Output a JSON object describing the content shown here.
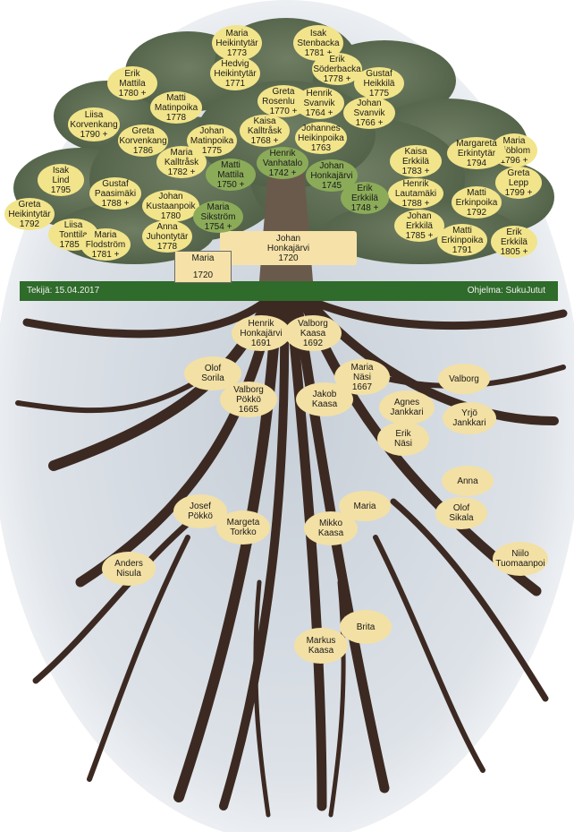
{
  "footer": {
    "author": "Tekijä: 15.04.2017",
    "program": "Ohjelma: SukuJutut"
  },
  "colors": {
    "canopy": "#5c6e52",
    "trunk": "#6a5a4c",
    "roots": "#3c2a22",
    "band": "#2f6b2a",
    "node_yellow": "#f2e48a",
    "node_green": "#8bab59",
    "node_beige": "#f3e0a4"
  },
  "root_person": {
    "line1": "Johan",
    "line2": "Honkajärvi",
    "line3": "1720"
  },
  "spouse_box": {
    "line1": "Maria",
    "line2": "1720"
  },
  "ancestors": [
    {
      "lines": [
        "Henrik",
        "Honkajärvi",
        "1691"
      ]
    },
    {
      "lines": [
        "Valborg",
        "Kaasa",
        "1692"
      ]
    },
    {
      "lines": [
        "Olof",
        "Sorila"
      ]
    },
    {
      "lines": [
        "Valborg",
        "Pökkö",
        "1665"
      ]
    },
    {
      "lines": [
        "Jakob",
        "Kaasa"
      ]
    },
    {
      "lines": [
        "Maria",
        "Näsi",
        "1667"
      ]
    },
    {
      "lines": [
        "Agnes",
        "Jankkari"
      ]
    },
    {
      "lines": [
        "Valborg"
      ]
    },
    {
      "lines": [
        "Yrjö",
        "Jankkari"
      ]
    },
    {
      "lines": [
        "Erik",
        "Näsi"
      ]
    },
    {
      "lines": [
        "Anna"
      ]
    },
    {
      "lines": [
        "Olof",
        "Sikala"
      ]
    },
    {
      "lines": [
        "Niilo",
        "Tuomaanpoi"
      ]
    },
    {
      "lines": [
        "Josef",
        "Pökkö"
      ]
    },
    {
      "lines": [
        "Margeta",
        "Torkko"
      ]
    },
    {
      "lines": [
        "Mikko",
        "Kaasa"
      ]
    },
    {
      "lines": [
        "Maria"
      ]
    },
    {
      "lines": [
        "Anders",
        "Nisula"
      ]
    },
    {
      "lines": [
        "Brita"
      ]
    },
    {
      "lines": [
        "Markus",
        "Kaasa"
      ]
    }
  ],
  "descendants": [
    {
      "lines": [
        "Maria",
        "Heikintytär",
        "1773"
      ]
    },
    {
      "lines": [
        "Isak",
        "Stenbacka",
        "1781 +"
      ]
    },
    {
      "lines": [
        "Hedvig",
        "Heikintytär",
        "1771"
      ]
    },
    {
      "lines": [
        "Erik",
        "Söderbacka",
        "1778 +"
      ]
    },
    {
      "lines": [
        "Erik",
        "Mattila",
        "1780 +"
      ]
    },
    {
      "lines": [
        "Gustaf",
        "Heikkilä",
        "1775"
      ]
    },
    {
      "lines": [
        "Matti",
        "Matinpoika",
        "1778"
      ]
    },
    {
      "lines": [
        "Greta",
        "Rosenlund",
        "1770 +"
      ]
    },
    {
      "lines": [
        "Henrik",
        "Svanvik",
        "1764 +"
      ]
    },
    {
      "lines": [
        "Johan",
        "Svanvik",
        "1766 +"
      ]
    },
    {
      "lines": [
        "Liisa",
        "Korvenkang",
        "1790 +"
      ]
    },
    {
      "lines": [
        "Kaisa",
        "Kalltråsk",
        "1768 +"
      ]
    },
    {
      "lines": [
        "Greta",
        "Korvenkang",
        "1786"
      ]
    },
    {
      "lines": [
        "Johan",
        "Matinpoika",
        "1775"
      ]
    },
    {
      "lines": [
        "Johannes",
        "Heikinpoika",
        "1763"
      ]
    },
    {
      "lines": [
        "Maria",
        "Sjöblom",
        "1796 +"
      ]
    },
    {
      "lines": [
        "Margareta",
        "Erkintytär",
        "1794"
      ]
    },
    {
      "lines": [
        "Henrik",
        "Vanhatalo",
        "1742 +"
      ]
    },
    {
      "lines": [
        "Maria",
        "Kalltråsk",
        "1782 +"
      ]
    },
    {
      "lines": [
        "Kaisa",
        "Erkkilä",
        "1783 +"
      ]
    },
    {
      "lines": [
        "Isak",
        "Lind",
        "1795"
      ]
    },
    {
      "lines": [
        "Matti",
        "Mattila",
        "1750 +"
      ]
    },
    {
      "lines": [
        "Johan",
        "Honkajärvi",
        "1745"
      ]
    },
    {
      "lines": [
        "Greta",
        "Lepp",
        "1799 +"
      ]
    },
    {
      "lines": [
        "Gustaf",
        "Paasimäki",
        "1788 +"
      ]
    },
    {
      "lines": [
        "Henrik",
        "Lautamäki",
        "1788 +"
      ]
    },
    {
      "lines": [
        "Johan",
        "Kustaanpoik",
        "1780"
      ]
    },
    {
      "lines": [
        "Erik",
        "Erkkilä",
        "1748 +"
      ]
    },
    {
      "lines": [
        "Matti",
        "Erkinpoika",
        "1792"
      ]
    },
    {
      "lines": [
        "Greta",
        "Heikintytär",
        "1792"
      ]
    },
    {
      "lines": [
        "Maria",
        "Sikström",
        "1754 +"
      ]
    },
    {
      "lines": [
        "Johan",
        "Erkkilä",
        "1785 +"
      ]
    },
    {
      "lines": [
        "Liisa",
        "Tonttila",
        "1785 +"
      ]
    },
    {
      "lines": [
        "Anna",
        "Juhontytär",
        "1778"
      ]
    },
    {
      "lines": [
        "Matti",
        "Erkinpoika",
        "1791"
      ]
    },
    {
      "lines": [
        "Maria",
        "Flodström",
        "1781 +"
      ]
    },
    {
      "lines": [
        "Erik",
        "Erkkilä",
        "1805 +"
      ]
    }
  ]
}
